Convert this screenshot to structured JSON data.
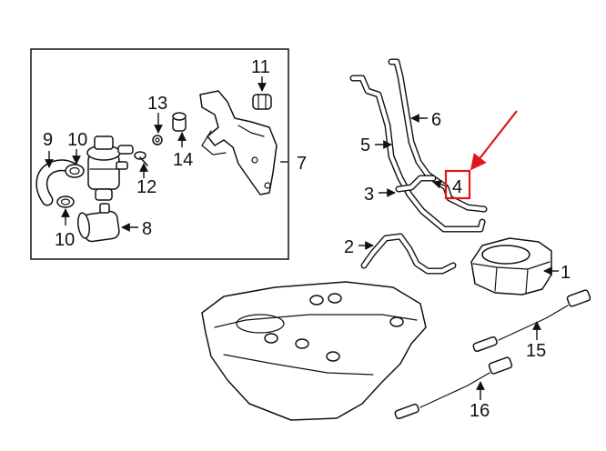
{
  "callouts": {
    "c1": "1",
    "c2": "2",
    "c3": "3",
    "c4": "4",
    "c5": "5",
    "c6": "6",
    "c7": "7",
    "c8": "8",
    "c9": "9",
    "c10a": "10",
    "c10b": "10",
    "c11": "11",
    "c12": "12",
    "c13": "13",
    "c14": "14",
    "c15": "15",
    "c16": "16"
  },
  "colors": {
    "highlight": "#e0161f",
    "ink": "#111111"
  }
}
